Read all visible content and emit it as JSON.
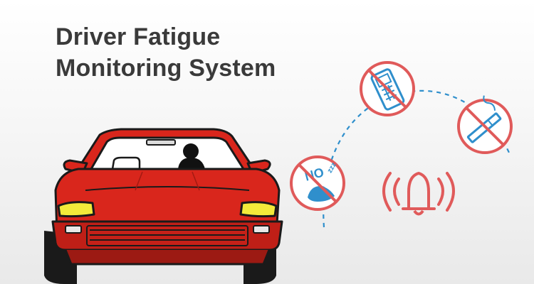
{
  "title": {
    "line1": "Driver Fatigue",
    "line2": "Monitoring System"
  },
  "icons": [
    {
      "name": "no-phone-icon",
      "meaning": "no mobile phone use"
    },
    {
      "name": "no-smoking-icon",
      "meaning": "no smoking"
    },
    {
      "name": "no-sleep-icon",
      "meaning": "no dozing"
    },
    {
      "name": "alarm-bell-icon",
      "meaning": "alarm alert"
    }
  ],
  "colors": {
    "background": "#f2f2f2",
    "title": "#3a3a3a",
    "car_body": "#d9261c",
    "warning_red": "#e05a5a",
    "icon_blue": "#2f8fcc",
    "headlight": "#f3ea3a"
  },
  "icon_text": {
    "no_sleep_letters": "NO",
    "no_sleep_z": "zzz"
  }
}
